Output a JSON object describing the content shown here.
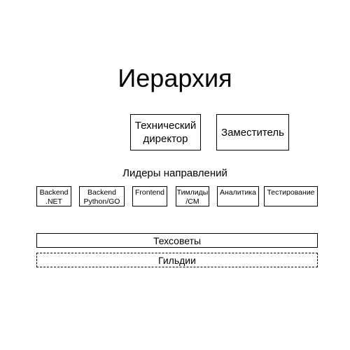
{
  "title": "Иерархия",
  "top_level": {
    "cto": [
      "Технический",
      "директор"
    ],
    "deputy": "Заместитель"
  },
  "leaders": {
    "label": "Лидеры направлений",
    "items": [
      {
        "lines": [
          "Backend",
          ".NET"
        ]
      },
      {
        "lines": [
          "Backend",
          "Python/GO"
        ]
      },
      {
        "lines": [
          "Frontend"
        ]
      },
      {
        "lines": [
          "Тимлиды",
          "/CM"
        ]
      },
      {
        "lines": [
          "Аналитика"
        ]
      },
      {
        "lines": [
          "Тестирование"
        ]
      }
    ]
  },
  "councils": "Техсоветы",
  "guilds": "Гильдии"
}
